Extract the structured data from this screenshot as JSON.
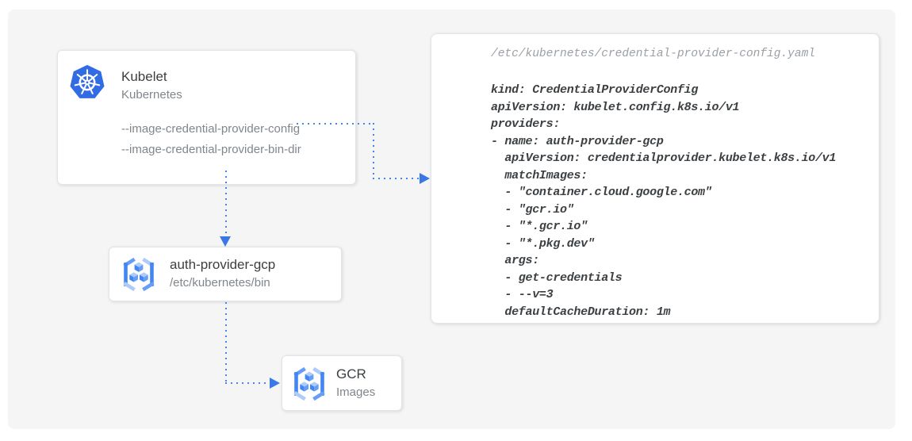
{
  "colors": {
    "kubernetes_blue": "#326CE5",
    "arrow_blue": "#4285F4",
    "arrowhead_blue": "#3B78E7",
    "panel_background": "#F5F5F5",
    "title_text": "#3C4043",
    "subtitle_text": "#80868B",
    "code_path_text": "#9AA0A6",
    "registry_icon_dark": "#4285F4",
    "registry_icon_medium": "#669DF6",
    "registry_icon_light": "#AECBFA"
  },
  "nodes": {
    "kubelet": {
      "title": "Kubelet",
      "subtitle": "Kubernetes",
      "flags": [
        "--image-credential-provider-config",
        "--image-credential-provider-bin-dir"
      ]
    },
    "auth_provider": {
      "title": "auth-provider-gcp",
      "subtitle": "/etc/kubernetes/bin"
    },
    "gcr": {
      "title": "GCR",
      "subtitle": "Images"
    }
  },
  "config_panel": {
    "path": "/etc/kubernetes/credential-provider-config.yaml",
    "code_lines": [
      "kind: CredentialProviderConfig",
      "apiVersion: kubelet.config.k8s.io/v1",
      "providers:",
      "- name: auth-provider-gcp",
      "  apiVersion: credentialprovider.kubelet.k8s.io/v1",
      "  matchImages:",
      "  - \"container.cloud.google.com\"",
      "  - \"gcr.io\"",
      "  - \"*.gcr.io\"",
      "  - \"*.pkg.dev\"",
      "  args:",
      "  - get-credentials",
      "  - --v=3",
      "  defaultCacheDuration: 1m"
    ]
  }
}
